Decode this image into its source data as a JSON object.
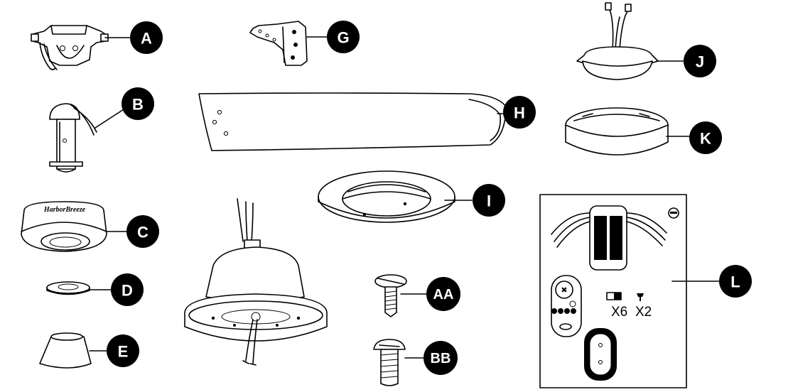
{
  "parts": [
    {
      "id": "A",
      "label": "A"
    },
    {
      "id": "B",
      "label": "B"
    },
    {
      "id": "C",
      "label": "C"
    },
    {
      "id": "D",
      "label": "D"
    },
    {
      "id": "E",
      "label": "E"
    },
    {
      "id": "G",
      "label": "G"
    },
    {
      "id": "H",
      "label": "H"
    },
    {
      "id": "I",
      "label": "I"
    },
    {
      "id": "J",
      "label": "J"
    },
    {
      "id": "K",
      "label": "K"
    },
    {
      "id": "L",
      "label": "L"
    },
    {
      "id": "AA",
      "label": "AA"
    },
    {
      "id": "BB",
      "label": "BB"
    }
  ],
  "canopy_brand": "HarborBreeze",
  "remote_kit": {
    "battery_qty": "X6",
    "screw_qty": "X2"
  },
  "colors": {
    "badge": "#000000",
    "badge_text": "#ffffff",
    "line": "#000000",
    "background": "#ffffff"
  },
  "icons": [
    "mounting-bracket",
    "downrod",
    "canopy",
    "canopy-ring",
    "coupling-cover",
    "blade-arm",
    "fan-blade",
    "blade-cover-ring",
    "light-kit",
    "glass-shade",
    "remote-receiver-kit",
    "screw",
    "screw"
  ]
}
